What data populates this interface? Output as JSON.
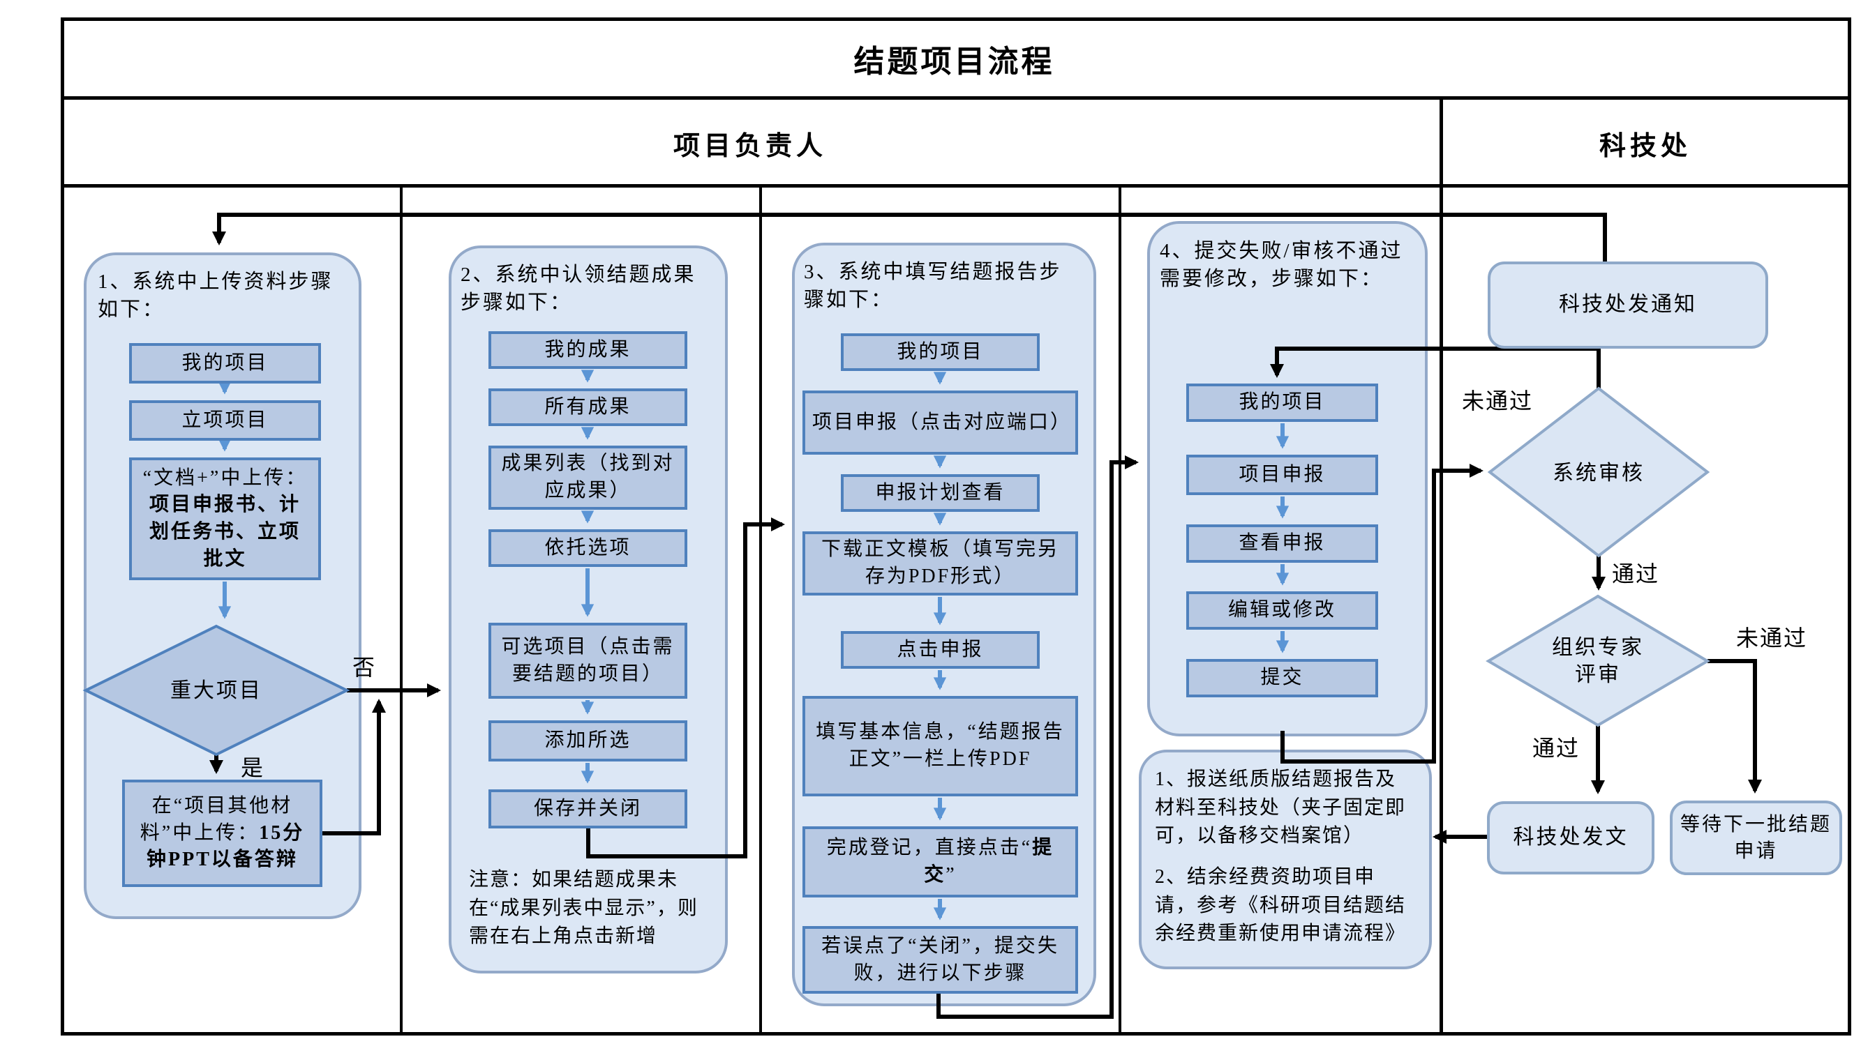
{
  "title": "结题项目流程",
  "lanes": {
    "leader": "项目负责人",
    "office": "科技处"
  },
  "labels": {
    "no": "否",
    "yes": "是",
    "fail_top": "未通过",
    "pass_top": "通过",
    "pass_bottom": "通过",
    "fail_right": "未通过"
  },
  "col1": {
    "header": "1、系统中上传资料步骤如下：",
    "s1": "我的项目",
    "s2": "立项项目",
    "s3_pre": "“文档+”中上传：",
    "s3_bold": "项目申报书、计划任务书、立项批文",
    "decision": "重大项目",
    "s4_pre": "在“项目其他材料”中上传：",
    "s4_bold": "15分钟PPT以备答辩"
  },
  "col2": {
    "header": "2、系统中认领结题成果步骤如下：",
    "s1": "我的成果",
    "s2": "所有成果",
    "s3": "成果列表（找到对应成果）",
    "s4": "依托选项",
    "s5": "可选项目（点击需要结题的项目）",
    "s6": "添加所选",
    "s7": "保存并关闭",
    "note": "注意：如果结题成果未在“成果列表中显示”，则需在右上角点击新增"
  },
  "col3": {
    "header": "3、系统中填写结题报告步骤如下：",
    "s1": "我的项目",
    "s2": "项目申报（点击对应端口）",
    "s3": "申报计划查看",
    "s4": "下载正文模板（填写完另存为PDF形式）",
    "s5": "点击申报",
    "s6": "填写基本信息，“结题报告正文”一栏上传PDF",
    "s7_pre": "完成登记，直接点击“",
    "s7_bold": "提交",
    "s7_post": "”",
    "s8": "若误点了“关闭”，提交失败，进行以下步骤"
  },
  "col4": {
    "header": "4、提交失败/审核不通过需要修改，步骤如下：",
    "s1": "我的项目",
    "s2": "项目申报",
    "s3": "查看申报",
    "s4": "编辑或修改",
    "s5": "提交"
  },
  "notes": {
    "n1": "1、报送纸质版结题报告及材料至科技处（夹子固定即可，以备移交档案馆）",
    "n2": "2、结余经费资助项目申请，参考《科研项目结题结余经费重新使用申请流程》"
  },
  "office": {
    "notify": "科技处发通知",
    "review_system": "系统审核",
    "review_expert": "组织专家评审",
    "issue": "科技处发文",
    "wait": "等待下一批结题申请"
  },
  "colors": {
    "step_fill": "#b8c9e3",
    "step_border": "#4f81bd",
    "container_fill": "#dce7f5",
    "container_border": "#93a9c9",
    "office_fill": "#dbe6f4",
    "office_border": "#8fa9c9",
    "arrow_blue": "#5b95d5",
    "line_black": "#000000"
  }
}
